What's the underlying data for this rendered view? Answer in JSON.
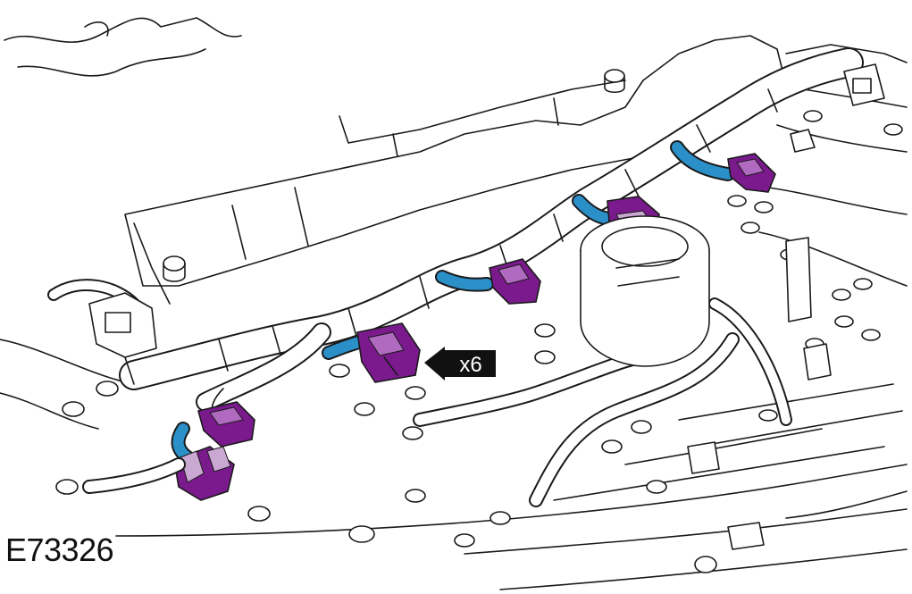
{
  "figure": {
    "id_label": "E73326",
    "callout_label": "x6"
  },
  "colors": {
    "connector": "#7a1a8c",
    "connector_light": "#b06ac0",
    "harness_tape": "#2b8fc8",
    "line": "#1a1a1a",
    "background": "#ffffff"
  },
  "parts": {
    "connector_count": 6
  }
}
